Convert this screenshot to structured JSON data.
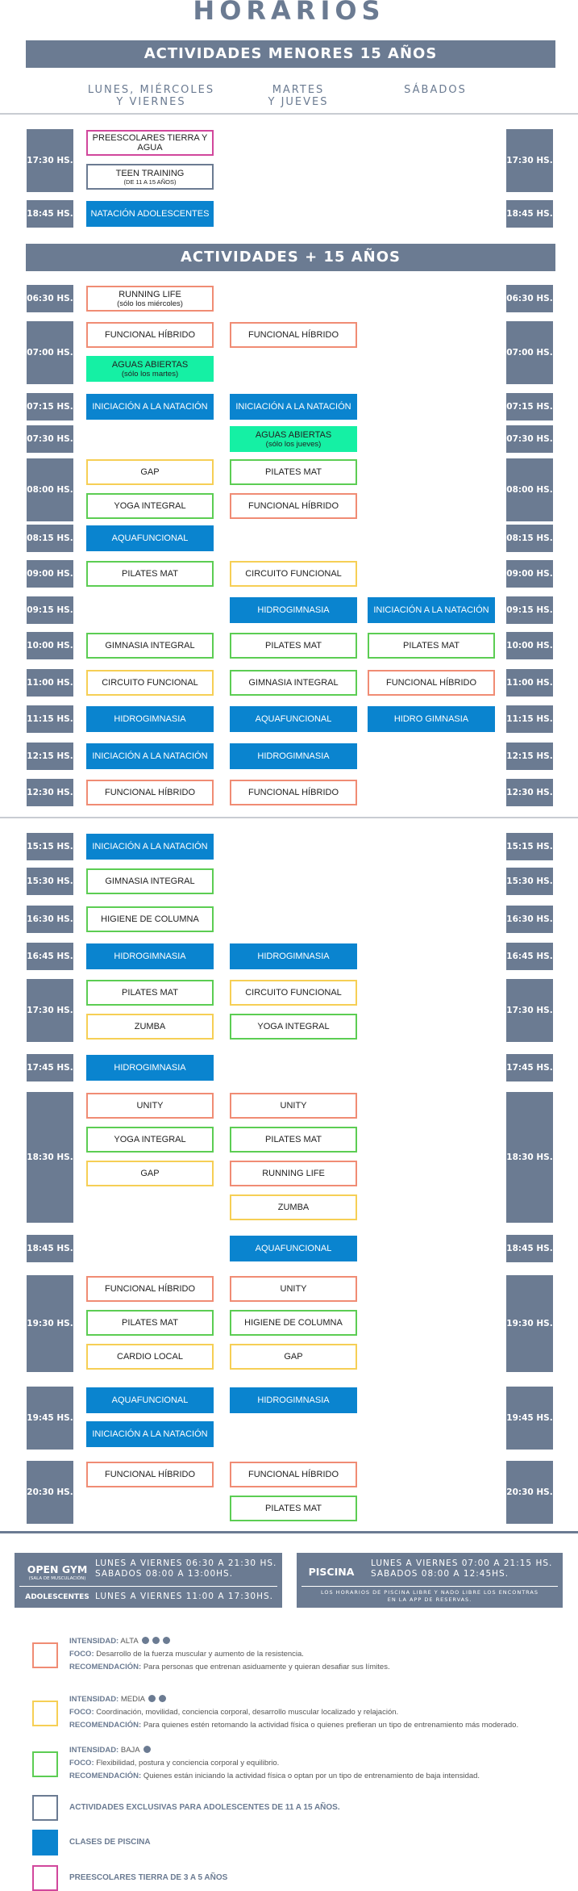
{
  "page_title": "HORARIOS",
  "banners": {
    "menores": "ACTIVIDADES MENORES 15 AÑOS",
    "mayores": "ACTIVIDADES + 15 AÑOS"
  },
  "day_headers": [
    "LUNES, MIÉRCOLES\nY VIERNES",
    "MARTES\nY JUEVES",
    "SÁBADOS"
  ],
  "menores_rows": [
    {
      "time": "17:30 HS.",
      "rows": 2,
      "acts": [
        {
          "col": 0,
          "slot": 0,
          "type": "pre",
          "text": "PREESCOLARES TIERRA Y AGUA"
        },
        {
          "col": 0,
          "slot": 1,
          "type": "teen",
          "text": "TEEN TRAINING",
          "small": "(DE 11 A 15 AÑOS)"
        }
      ]
    },
    {
      "time": "18:45 HS.",
      "rows": 1,
      "acts": [
        {
          "col": 0,
          "slot": 0,
          "type": "pool",
          "text": "NATACIÓN ADOLESCENTES"
        }
      ]
    }
  ],
  "mayores_rows": [
    {
      "time": "06:30 HS.",
      "acts": [
        {
          "col": 0,
          "slot": 0,
          "type": "alta",
          "text": "RUNNING LIFE",
          "sub": "(sólo los miércoles)"
        }
      ]
    },
    {
      "time": "07:00 HS.",
      "acts": [
        {
          "col": 0,
          "slot": 0,
          "type": "alta",
          "text": "FUNCIONAL HÍBRIDO"
        },
        {
          "col": 1,
          "slot": 0,
          "type": "alta",
          "text": "FUNCIONAL HÍBRIDO"
        },
        {
          "col": 0,
          "slot": 1,
          "type": "aguas",
          "text": "AGUAS ABIERTAS",
          "sub": "(sólo los martes)"
        }
      ]
    },
    {
      "time": "07:15 HS.",
      "acts": [
        {
          "col": 0,
          "slot": 0,
          "type": "pool",
          "text": "INICIACIÓN A LA NATACIÓN"
        },
        {
          "col": 1,
          "slot": 0,
          "type": "pool",
          "text": "INICIACIÓN A LA NATACIÓN"
        }
      ]
    },
    {
      "time": "07:30 HS.",
      "acts": [
        {
          "col": 1,
          "slot": 0,
          "type": "aguas",
          "text": "AGUAS ABIERTAS",
          "sub": "(sólo los jueves)"
        }
      ]
    },
    {
      "time": "08:00 HS.",
      "acts": [
        {
          "col": 0,
          "slot": 0,
          "type": "media",
          "text": "GAP"
        },
        {
          "col": 1,
          "slot": 0,
          "type": "baja",
          "text": "PILATES MAT"
        },
        {
          "col": 0,
          "slot": 1,
          "type": "baja",
          "text": "YOGA INTEGRAL"
        },
        {
          "col": 1,
          "slot": 1,
          "type": "alta",
          "text": "FUNCIONAL HÍBRIDO"
        }
      ]
    },
    {
      "time": "08:15 HS.",
      "acts": [
        {
          "col": 0,
          "slot": 0,
          "type": "pool",
          "text": "AQUAFUNCIONAL"
        }
      ]
    },
    {
      "time": "09:00 HS.",
      "acts": [
        {
          "col": 0,
          "slot": 0,
          "type": "baja",
          "text": "PILATES MAT"
        },
        {
          "col": 1,
          "slot": 0,
          "type": "media",
          "text": "CIRCUITO FUNCIONAL"
        }
      ]
    },
    {
      "time": "09:15 HS.",
      "acts": [
        {
          "col": 1,
          "slot": 0,
          "type": "pool",
          "text": "HIDROGIMNASIA"
        },
        {
          "col": 2,
          "slot": 0,
          "type": "pool",
          "text": "INICIACIÓN A LA NATACIÓN"
        }
      ]
    },
    {
      "time": "10:00 HS.",
      "acts": [
        {
          "col": 0,
          "slot": 0,
          "type": "baja",
          "text": "GIMNASIA INTEGRAL"
        },
        {
          "col": 1,
          "slot": 0,
          "type": "baja",
          "text": "PILATES MAT"
        },
        {
          "col": 2,
          "slot": 0,
          "type": "baja",
          "text": "PILATES MAT"
        }
      ]
    },
    {
      "time": "11:00 HS.",
      "acts": [
        {
          "col": 0,
          "slot": 0,
          "type": "media",
          "text": "CIRCUITO FUNCIONAL"
        },
        {
          "col": 1,
          "slot": 0,
          "type": "baja",
          "text": "GIMNASIA INTEGRAL"
        },
        {
          "col": 2,
          "slot": 0,
          "type": "alta",
          "text": "FUNCIONAL HÍBRIDO"
        }
      ]
    },
    {
      "time": "11:15 HS.",
      "acts": [
        {
          "col": 0,
          "slot": 0,
          "type": "pool",
          "text": "HIDROGIMNASIA"
        },
        {
          "col": 1,
          "slot": 0,
          "type": "pool",
          "text": "AQUAFUNCIONAL"
        },
        {
          "col": 2,
          "slot": 0,
          "type": "pool",
          "text": "HIDRO GIMNASIA"
        }
      ]
    },
    {
      "time": "12:15 HS.",
      "acts": [
        {
          "col": 0,
          "slot": 0,
          "type": "pool",
          "text": "INICIACIÓN A LA NATACIÓN"
        },
        {
          "col": 1,
          "slot": 0,
          "type": "pool",
          "text": "HIDROGIMNASIA"
        }
      ]
    },
    {
      "time": "12:30 HS.",
      "acts": [
        {
          "col": 0,
          "slot": 0,
          "type": "alta",
          "text": "FUNCIONAL HÍBRIDO"
        },
        {
          "col": 1,
          "slot": 0,
          "type": "alta",
          "text": "FUNCIONAL HÍBRIDO"
        }
      ]
    },
    {
      "time": "15:15 HS.",
      "acts": [
        {
          "col": 0,
          "slot": 0,
          "type": "pool",
          "text": "INICIACIÓN A LA NATACIÓN"
        }
      ]
    },
    {
      "time": "15:30 HS.",
      "acts": [
        {
          "col": 0,
          "slot": 0,
          "type": "baja",
          "text": "GIMNASIA INTEGRAL"
        }
      ]
    },
    {
      "time": "16:30 HS.",
      "acts": [
        {
          "col": 0,
          "slot": 0,
          "type": "baja",
          "text": "HIGIENE DE COLUMNA"
        }
      ]
    },
    {
      "time": "16:45 HS.",
      "acts": [
        {
          "col": 0,
          "slot": 0,
          "type": "pool",
          "text": "HIDROGIMNASIA"
        },
        {
          "col": 1,
          "slot": 0,
          "type": "pool",
          "text": "HIDROGIMNASIA"
        }
      ]
    },
    {
      "time": "17:30 HS.",
      "acts": [
        {
          "col": 0,
          "slot": 0,
          "type": "baja",
          "text": "PILATES MAT"
        },
        {
          "col": 1,
          "slot": 0,
          "type": "media",
          "text": "CIRCUITO FUNCIONAL"
        },
        {
          "col": 0,
          "slot": 1,
          "type": "media",
          "text": "ZUMBA"
        },
        {
          "col": 1,
          "slot": 1,
          "type": "baja",
          "text": "YOGA INTEGRAL"
        }
      ]
    },
    {
      "time": "17:45 HS.",
      "acts": [
        {
          "col": 0,
          "slot": 0,
          "type": "pool",
          "text": "HIDROGIMNASIA"
        }
      ]
    },
    {
      "time": "18:30 HS.",
      "acts": [
        {
          "col": 0,
          "slot": 0,
          "type": "alta",
          "text": "UNITY"
        },
        {
          "col": 1,
          "slot": 0,
          "type": "alta",
          "text": "UNITY"
        },
        {
          "col": 0,
          "slot": 1,
          "type": "baja",
          "text": "YOGA INTEGRAL"
        },
        {
          "col": 1,
          "slot": 1,
          "type": "baja",
          "text": "PILATES MAT"
        },
        {
          "col": 0,
          "slot": 2,
          "type": "media",
          "text": "GAP"
        },
        {
          "col": 1,
          "slot": 2,
          "type": "alta",
          "text": "RUNNING LIFE"
        },
        {
          "col": 1,
          "slot": 3,
          "type": "media",
          "text": "ZUMBA"
        }
      ]
    },
    {
      "time": "18:45 HS.",
      "acts": [
        {
          "col": 1,
          "slot": 0,
          "type": "pool",
          "text": "AQUAFUNCIONAL"
        }
      ]
    },
    {
      "time": "19:30 HS.",
      "acts": [
        {
          "col": 0,
          "slot": 0,
          "type": "alta",
          "text": "FUNCIONAL HÍBRIDO"
        },
        {
          "col": 1,
          "slot": 0,
          "type": "alta",
          "text": "UNITY"
        },
        {
          "col": 0,
          "slot": 1,
          "type": "baja",
          "text": "PILATES MAT"
        },
        {
          "col": 1,
          "slot": 1,
          "type": "baja",
          "text": "HIGIENE DE COLUMNA"
        },
        {
          "col": 0,
          "slot": 2,
          "type": "media",
          "text": "CARDIO LOCAL"
        },
        {
          "col": 1,
          "slot": 2,
          "type": "media",
          "text": "GAP"
        }
      ]
    },
    {
      "time": "19:45 HS.",
      "acts": [
        {
          "col": 0,
          "slot": 0,
          "type": "pool",
          "text": "AQUAFUNCIONAL"
        },
        {
          "col": 1,
          "slot": 0,
          "type": "pool",
          "text": "HIDROGIMNASIA"
        },
        {
          "col": 0,
          "slot": 1,
          "type": "pool",
          "text": "INICIACIÓN A LA NATACIÓN"
        }
      ]
    },
    {
      "time": "20:30 HS.",
      "acts": [
        {
          "col": 0,
          "slot": 0,
          "type": "alta",
          "text": "FUNCIONAL HÍBRIDO"
        },
        {
          "col": 1,
          "slot": 0,
          "type": "alta",
          "text": "FUNCIONAL HÍBRIDO"
        },
        {
          "col": 1,
          "slot": 1,
          "type": "baja",
          "text": "PILATES MAT"
        }
      ]
    }
  ],
  "open_gym": {
    "label": "OPEN GYM",
    "sublabel": "(SALA DE MUSCULACIÓN)",
    "hours": "LUNES A VIERNES 06:30 A 21:30 HS.\nSABADOS 08:00 A 13:00HS.",
    "teen_label": "ADOLESCENTES",
    "teen_hours": "LUNES A VIERNES 11:00 A 17:30HS."
  },
  "piscina": {
    "label": "PISCINA",
    "hours": "LUNES A VIERNES 07:00 A 21:15 HS.\nSABADOS 08:00 A 12:45HS.",
    "note": "LOS HORARIOS DE PISCINA LIBRE Y NADO LIBRE LOS ENCONTRAS\nEN LA APP DE RESERVAS."
  },
  "legend": {
    "alta": {
      "intensity_label": "INTENSIDAD:",
      "intensity": "ALTA",
      "dots": 3,
      "foco_label": "FOCO:",
      "foco": "Desarrollo de la fuerza muscular y aumento de la resistencia.",
      "rec_label": "RECOMENDACIÓN:",
      "rec": "Para personas que entrenan asiduamente y quieran desafiar sus límites."
    },
    "media": {
      "intensity_label": "INTENSIDAD:",
      "intensity": "MEDIA",
      "dots": 2,
      "foco_label": "FOCO:",
      "foco": "Coordinación, movilidad, conciencia corporal, desarrollo muscular localizado y relajación.",
      "rec_label": "RECOMENDACIÓN:",
      "rec": "Para quienes estén retomando la actividad física o quienes prefieran un tipo de entrenamiento más moderado."
    },
    "baja": {
      "intensity_label": "INTENSIDAD:",
      "intensity": "BAJA",
      "dots": 1,
      "foco_label": "FOCO:",
      "foco": "Flexibilidad, postura y conciencia corporal y equilibrio.",
      "rec_label": "RECOMENDACIÓN:",
      "rec": "Quienes están iniciando la actividad física o optan por un tipo de entrenamiento de baja intensidad."
    },
    "teen": "ACTIVIDADES EXCLUSIVAS PARA ADOLESCENTES DE 11 A 15 AÑOS.",
    "pool": "CLASES DE PISCINA",
    "pre": "PREESCOLARES TIERRA DE 3 A 5 AÑOS"
  },
  "colors": {
    "brand": "#6b7b92",
    "alta": "#f08c74",
    "media": "#f6cf55",
    "baja": "#5ccd53",
    "pool": "#0a84cf",
    "aguas": "#15f0a4",
    "teen": "#6b7b92",
    "pre": "#d1479c"
  }
}
